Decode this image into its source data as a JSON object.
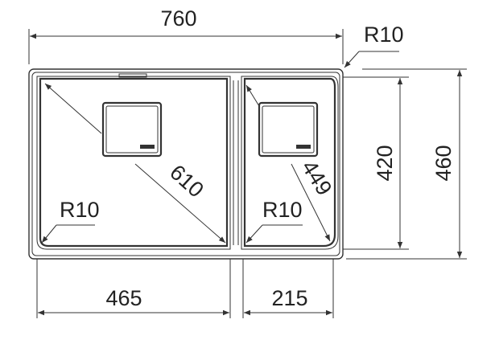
{
  "dimensions": {
    "overall_width": "760",
    "overall_height": "460",
    "inner_height": "420",
    "left_bowl_width": "465",
    "right_bowl_width": "215",
    "left_diagonal": "610",
    "right_diagonal": "449",
    "corner_radius_outer": "R10",
    "corner_radius_left_bowl": "R10",
    "corner_radius_right_bowl": "R10"
  },
  "colors": {
    "line": "#333333",
    "text": "#222222",
    "background": "#ffffff"
  }
}
